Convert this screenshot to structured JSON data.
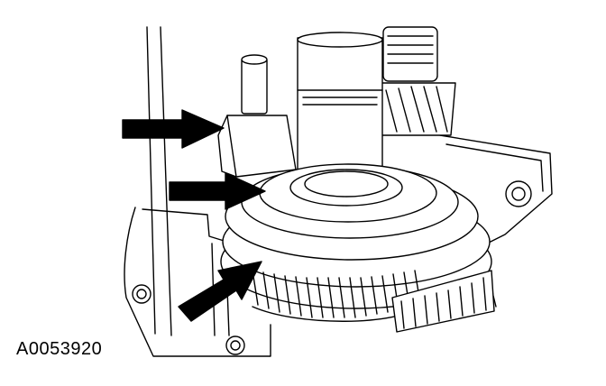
{
  "figure": {
    "id_label": "A0053920"
  },
  "colors": {
    "ink": "#000000",
    "paper": "#ffffff"
  },
  "callouts": [
    {
      "name": "arrow-upper",
      "points_to": "shift-fork"
    },
    {
      "name": "arrow-middle",
      "points_to": "synchronizer-ring"
    },
    {
      "name": "arrow-lower",
      "points_to": "gear-teeth"
    }
  ]
}
